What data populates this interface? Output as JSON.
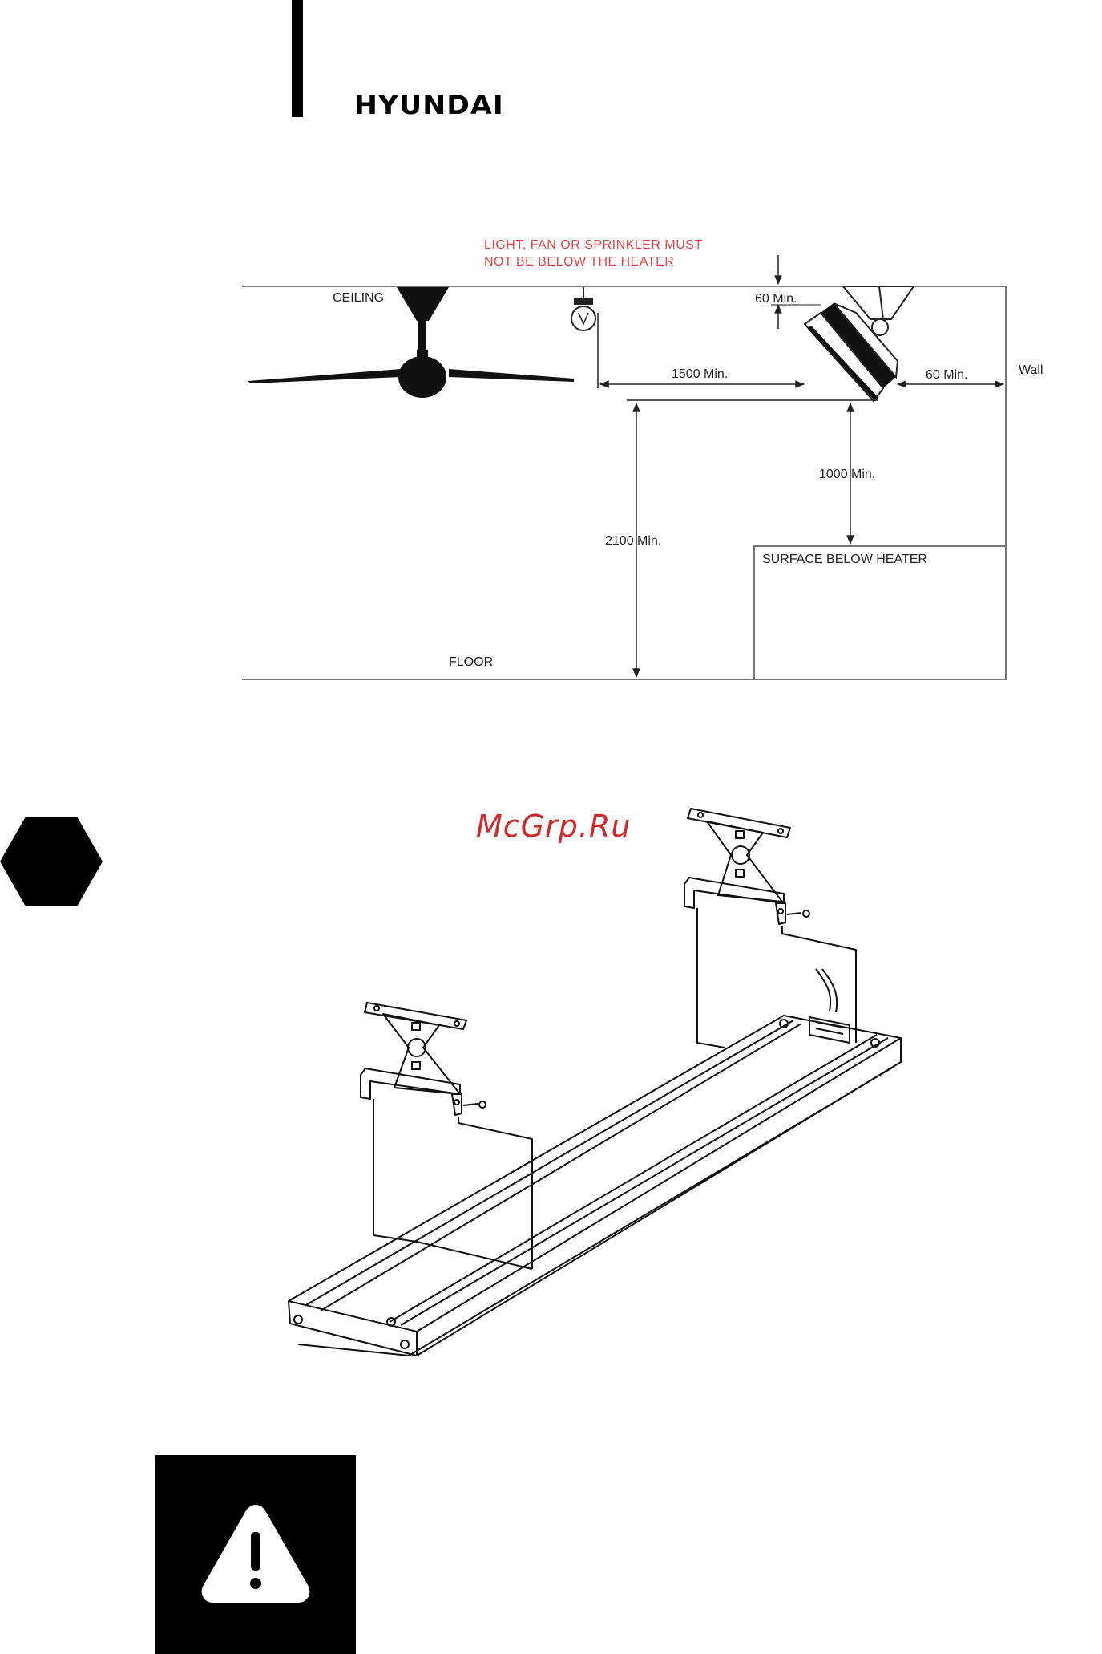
{
  "brand": "HYUNDAI",
  "watermark": "McGrp.Ru",
  "clearance_diagram": {
    "warning_note": [
      "LIGHT, FAN OR SPRINKLER MUST",
      "NOT BE BELOW THE HEATER"
    ],
    "ceiling": "CEILING",
    "floor": "FLOOR",
    "wall": "Wall",
    "surface": "SURFACE BELOW HEATER",
    "dim_ceiling": "60 Min.",
    "dim_wall": "60 Min.",
    "dim_horizontal": "1500 Min.",
    "dim_surface": "1000 Min.",
    "dim_floor": "2100 Min."
  },
  "icons": {
    "section_marker": "hexagon-icon",
    "warning": "warning-triangle-icon"
  }
}
